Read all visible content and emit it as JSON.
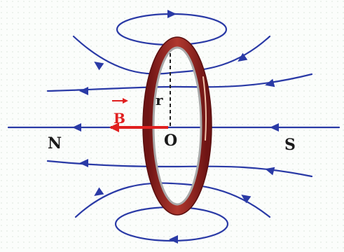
{
  "labels": {
    "north": "N",
    "south": "S",
    "center": "O",
    "radius": "r",
    "field": "B"
  },
  "colors": {
    "field_line": "#2a3aa6",
    "ring": "#8e1c1c",
    "ring_highlight": "#c44a3a",
    "ring_inner": "#9a9a9a",
    "vector_b": "#e02020",
    "radius_line": "#222222",
    "label": "#1a1a1a",
    "background": "#fbfdfb"
  },
  "icons": {
    "arrowhead": "triangle-arrow",
    "vector_arrow": "right-arrow"
  }
}
